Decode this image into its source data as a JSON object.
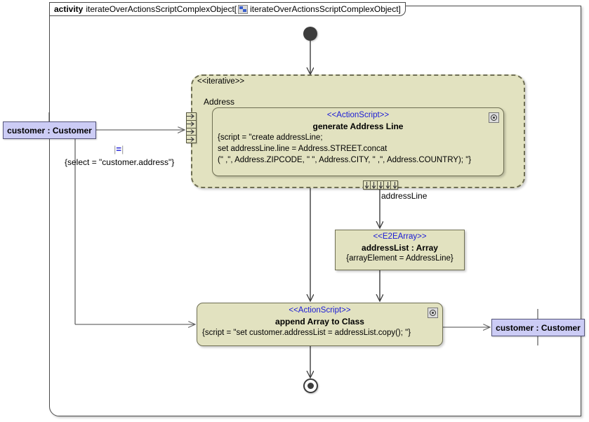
{
  "frame": {
    "keyword": "activity",
    "name": "iterateOverActionsScriptComplexObject",
    "bracket_open": "[",
    "bracket_close": "]",
    "diagram_name": "iterateOverActionsScriptComplexObject",
    "icon": "activity-diagram-icon"
  },
  "iterative_region": {
    "stereotype": "<<iterative>>",
    "label": "Address",
    "fill_color": "#e2e2c0",
    "border_color": "#6f6f53"
  },
  "nodes": {
    "generate_address_line": {
      "stereotype": "<<ActionScript>>",
      "name": "generate Address Line",
      "body_lines": [
        "{script = \"create addressLine;",
        "set addressLine.line = Address.STREET.concat",
        "(\" ,\", Address.ZIPCODE, \" \", Address.CITY, \" ,\", Address.COUNTRY); \"}"
      ],
      "badge": "script-gear-icon"
    },
    "address_list": {
      "stereotype": "<<E2EArray>>",
      "name": "addressList : Array",
      "constraint": "{arrayElement = AddressLine}"
    },
    "append_array_to_class": {
      "stereotype": "<<ActionScript>>",
      "name": "append Array to Class",
      "body_lines": [
        "{script = \"set customer.addressList = addressList.copy(); \"}"
      ],
      "badge": "script-gear-icon"
    }
  },
  "pins": {
    "customer_left": {
      "label": "customer : Customer",
      "fill_color": "#ccccf5"
    },
    "customer_right": {
      "label": "customer : Customer",
      "fill_color": "#ccccf5"
    },
    "input_address": {
      "cells": 4,
      "direction": "in"
    },
    "output_address_line": {
      "cells": 5,
      "direction": "out",
      "label": "addressLine"
    }
  },
  "annotations": {
    "select_marker": "=",
    "select_constraint": "{select = \"customer.address\"}",
    "marker_color": "#1919d6"
  },
  "control_nodes": {
    "initial": "initial-node",
    "final": "activity-final-node"
  },
  "colors": {
    "canvas": "#ffffff",
    "node_fill": "#e2e2c0",
    "pin_fill": "#ccccf5",
    "stereotype_text": "#1919d6",
    "line": "#4a4a4a"
  }
}
